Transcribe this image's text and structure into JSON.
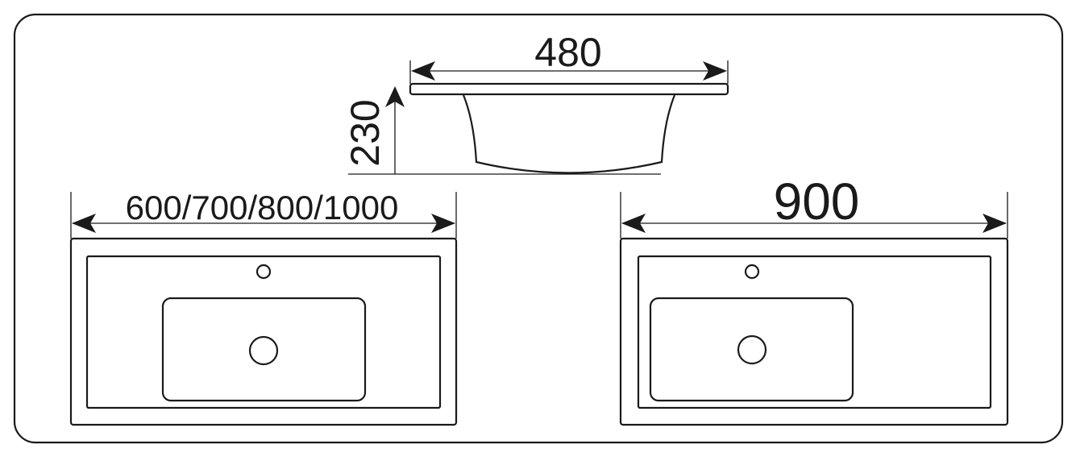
{
  "dimensions": {
    "side_width": "480",
    "side_height": "230",
    "left_basin_width": "600/700/800/1000",
    "right_basin_width": "900"
  },
  "colors": {
    "line": "#1a1a1a",
    "background": "#ffffff"
  }
}
